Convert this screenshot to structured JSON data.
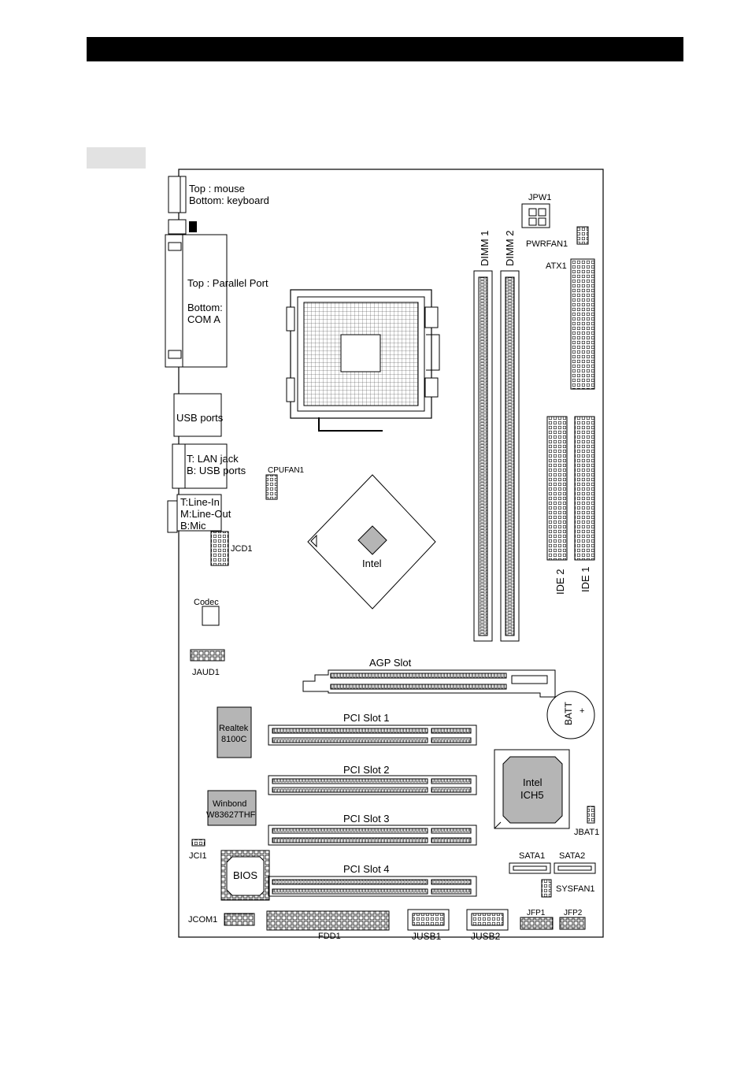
{
  "labels": {
    "mouse_top": "Top : mouse",
    "keyboard_bottom": "Bottom: keyboard",
    "parallel_top": "Top : Parallel Port",
    "com_bottom": "Bottom:",
    "com_a": "COM A",
    "usb_ports": "USB ports",
    "lan_top": "T:  LAN jack",
    "lan_bottom": "B: USB ports",
    "audio_in": "T:Line-In",
    "audio_out": "M:Line-Out",
    "audio_mic": "B:Mic",
    "cpufan1": "CPUFAN1",
    "jcd1": "JCD1",
    "codec": "Codec",
    "jaud1": "JAUD1",
    "jpw1": "JPW1",
    "pwrfan1": "PWRFAN1",
    "atx1": "ATX1",
    "dimm1": "DIMM 1",
    "dimm2": "DIMM 2",
    "ide1": "IDE 1",
    "ide2": "IDE 2",
    "intel": "Intel",
    "agp_slot": "AGP Slot",
    "batt": "BATT",
    "batt_plus": "+",
    "realtek_1": "Realtek",
    "realtek_2": "8100C",
    "pci1": "PCI Slot 1",
    "pci2": "PCI Slot 2",
    "pci3": "PCI Slot 3",
    "pci4": "PCI Slot 4",
    "winbond_1": "Winbond",
    "winbond_2": "W83627THF",
    "ich5_1": "Intel",
    "ich5_2": "ICH5",
    "jbat1": "JBAT1",
    "jci1": "JCI1",
    "bios": "BIOS",
    "sata1": "SATA1",
    "sata2": "SATA2",
    "sysfan1": "SYSFAN1",
    "jcom1": "JCOM1",
    "fdd1": "FDD1",
    "jusb1": "JUSB1",
    "jusb2": "JUSB2",
    "jfp1": "JFP1",
    "jfp2": "JFP2"
  },
  "colors": {
    "chip_fill": "#b5b5b5",
    "header_bar": "#000000",
    "tab_fill": "#e2e2e2"
  }
}
